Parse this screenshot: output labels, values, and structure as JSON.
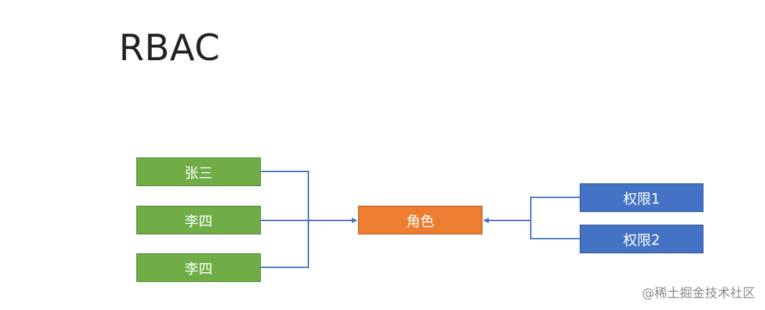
{
  "diagram": {
    "title": "RBAC",
    "users": [
      {
        "label": "张三"
      },
      {
        "label": "李四"
      },
      {
        "label": "李四"
      }
    ],
    "role": {
      "label": "角色"
    },
    "permissions": [
      {
        "label": "权限1"
      },
      {
        "label": "权限2"
      }
    ],
    "colors": {
      "user": "#70ad47",
      "role": "#ed7d31",
      "permission": "#4472c4",
      "connector": "#4472c4"
    }
  },
  "watermark": "@稀土掘金技术社区"
}
